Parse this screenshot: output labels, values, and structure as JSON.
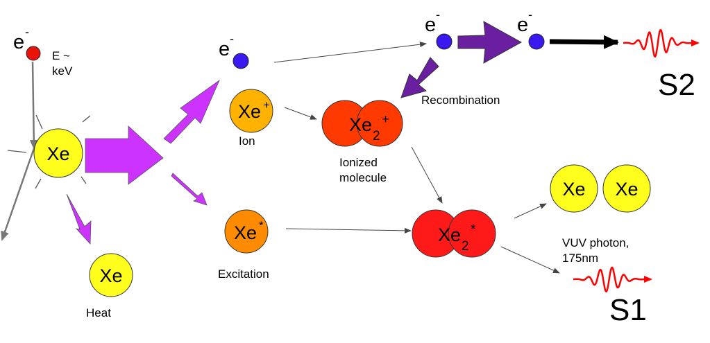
{
  "colors": {
    "xenon_atom": "#ffff1e",
    "ion": "#ffb300",
    "excited": "#ff8c00",
    "molecule_ion": "#ff3a00",
    "molecule_excited": "#ff1a1a",
    "electron": "#3a18f0",
    "incoming_electron": "#e8140c",
    "magenta_arrow": "#cc33ff",
    "violet_arrow": "#6a1ea0",
    "wave": "#ff0000"
  },
  "incoming": {
    "electron_symbol": "e",
    "electron_sup": "-",
    "energy_line1": "E ~",
    "energy_line2": "keV"
  },
  "target": {
    "symbol": "Xe"
  },
  "heat": {
    "symbol": "Xe",
    "label": "Heat"
  },
  "ion": {
    "symbol": "Xe",
    "sup": "+",
    "label": "Ion"
  },
  "excitation": {
    "symbol": "Xe",
    "sup": "*",
    "label": "Excitation"
  },
  "freed_electron": {
    "symbol": "e",
    "sup": "-"
  },
  "ionized_molecule": {
    "symbol": "Xe",
    "sub": "2",
    "sup": "+",
    "label_line1": "Ionized",
    "label_line2": "molecule"
  },
  "excited_molecule": {
    "symbol": "Xe",
    "sub": "2",
    "sup": "*"
  },
  "drift_electron_1": {
    "symbol": "e",
    "sup": "-"
  },
  "drift_electron_2": {
    "symbol": "e",
    "sup": "-"
  },
  "recombination": {
    "label": "Recombination"
  },
  "ground_atoms": {
    "left": "Xe",
    "right": "Xe"
  },
  "photon": {
    "line1": "VUV photon,",
    "line2": "175nm"
  },
  "signals": {
    "s1": "S1",
    "s2": "S2"
  }
}
